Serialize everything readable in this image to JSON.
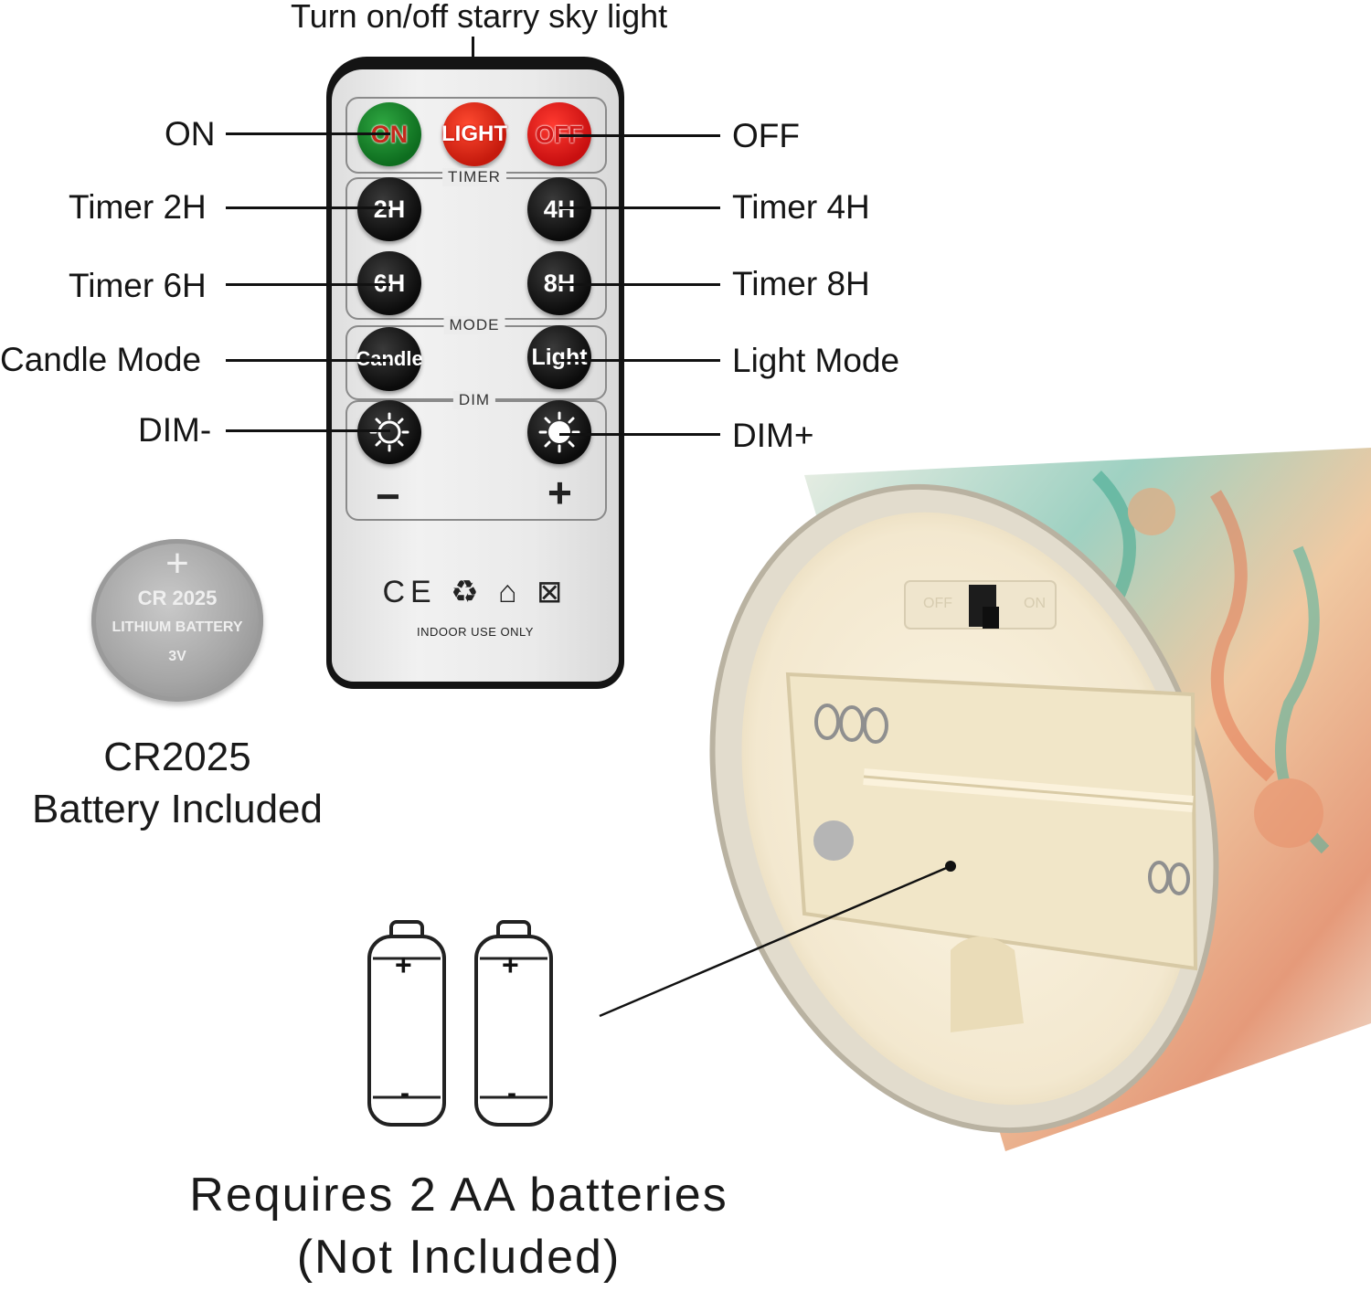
{
  "callouts": {
    "top": "Turn on/off starry sky light",
    "on": "ON",
    "off": "OFF",
    "timer2": "Timer 2H",
    "timer4": "Timer 4H",
    "timer6": "Timer 6H",
    "timer8": "Timer 8H",
    "candle_mode": "Candle Mode",
    "light_mode": "Light Mode",
    "dim_minus": "DIM-",
    "dim_plus": "DIM+"
  },
  "remote": {
    "buttons": {
      "on": "ON",
      "light": "LIGHT",
      "off": "OFF",
      "h2": "2H",
      "h4": "4H",
      "h6": "6H",
      "h8": "8H",
      "candle": "Candle",
      "light_mode": "Light"
    },
    "groups": {
      "timer": "TIMER",
      "mode": "MODE",
      "dim": "DIM"
    },
    "dim_minus_symbol": "−",
    "dim_plus_symbol": "+",
    "cert_icons": "CE ♻ ⌂ ⊠",
    "footer": "INDOOR USE ONLY"
  },
  "coin_battery": {
    "plus": "+",
    "model": "CR 2025",
    "type": "LITHIUM BATTERY",
    "voltage": "3V"
  },
  "coin_caption": {
    "line1": "CR2025",
    "line2": "Battery Included"
  },
  "aa_batteries": {
    "plus": "+",
    "minus": "-"
  },
  "aa_caption": {
    "line1": "Requires 2 AA batteries",
    "line2": "(Not Included)"
  },
  "switch_labels": {
    "off": "OFF",
    "on": "ON"
  },
  "colors": {
    "on_button": "#17822a",
    "light_button": "#e5321f",
    "off_button": "#e0201a",
    "remote_body": "#141414",
    "remote_face": "#eaeaea",
    "candle_base": "#f4ead3"
  }
}
